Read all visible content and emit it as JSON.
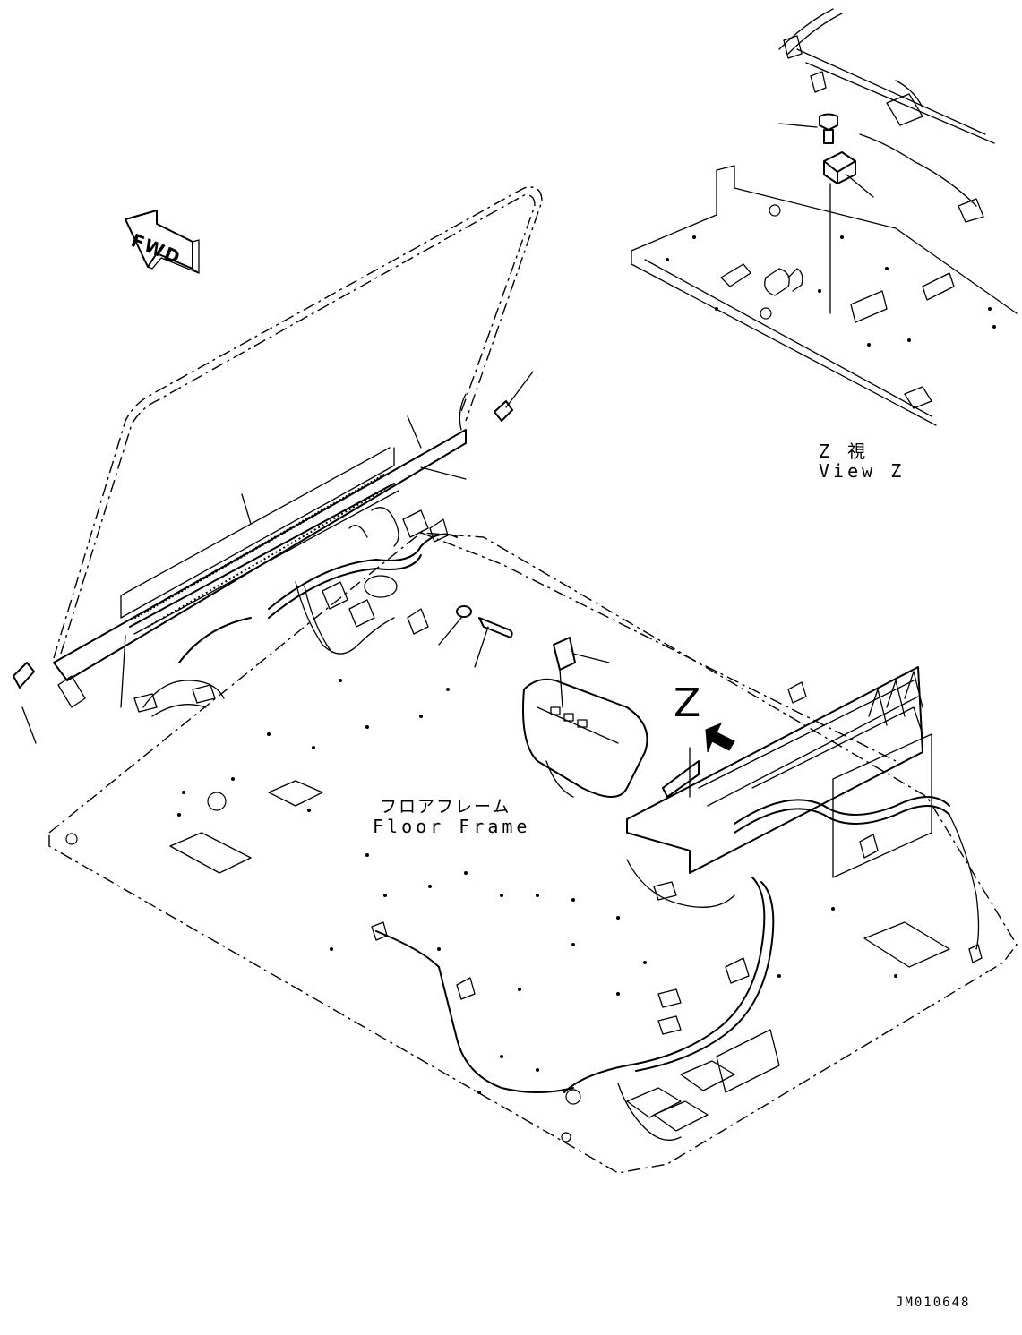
{
  "labels": {
    "fwd": "FWD",
    "view_jp": "Z 視",
    "view_en": "View Z",
    "view_marker": "Z",
    "floor_jp": "フロアフレーム",
    "floor_en": "Floor Frame",
    "drawing_id": "JM010648"
  },
  "icons": {
    "fwd_arrow": "direction-arrow-icon",
    "view_arrow": "view-direction-arrow-icon"
  }
}
